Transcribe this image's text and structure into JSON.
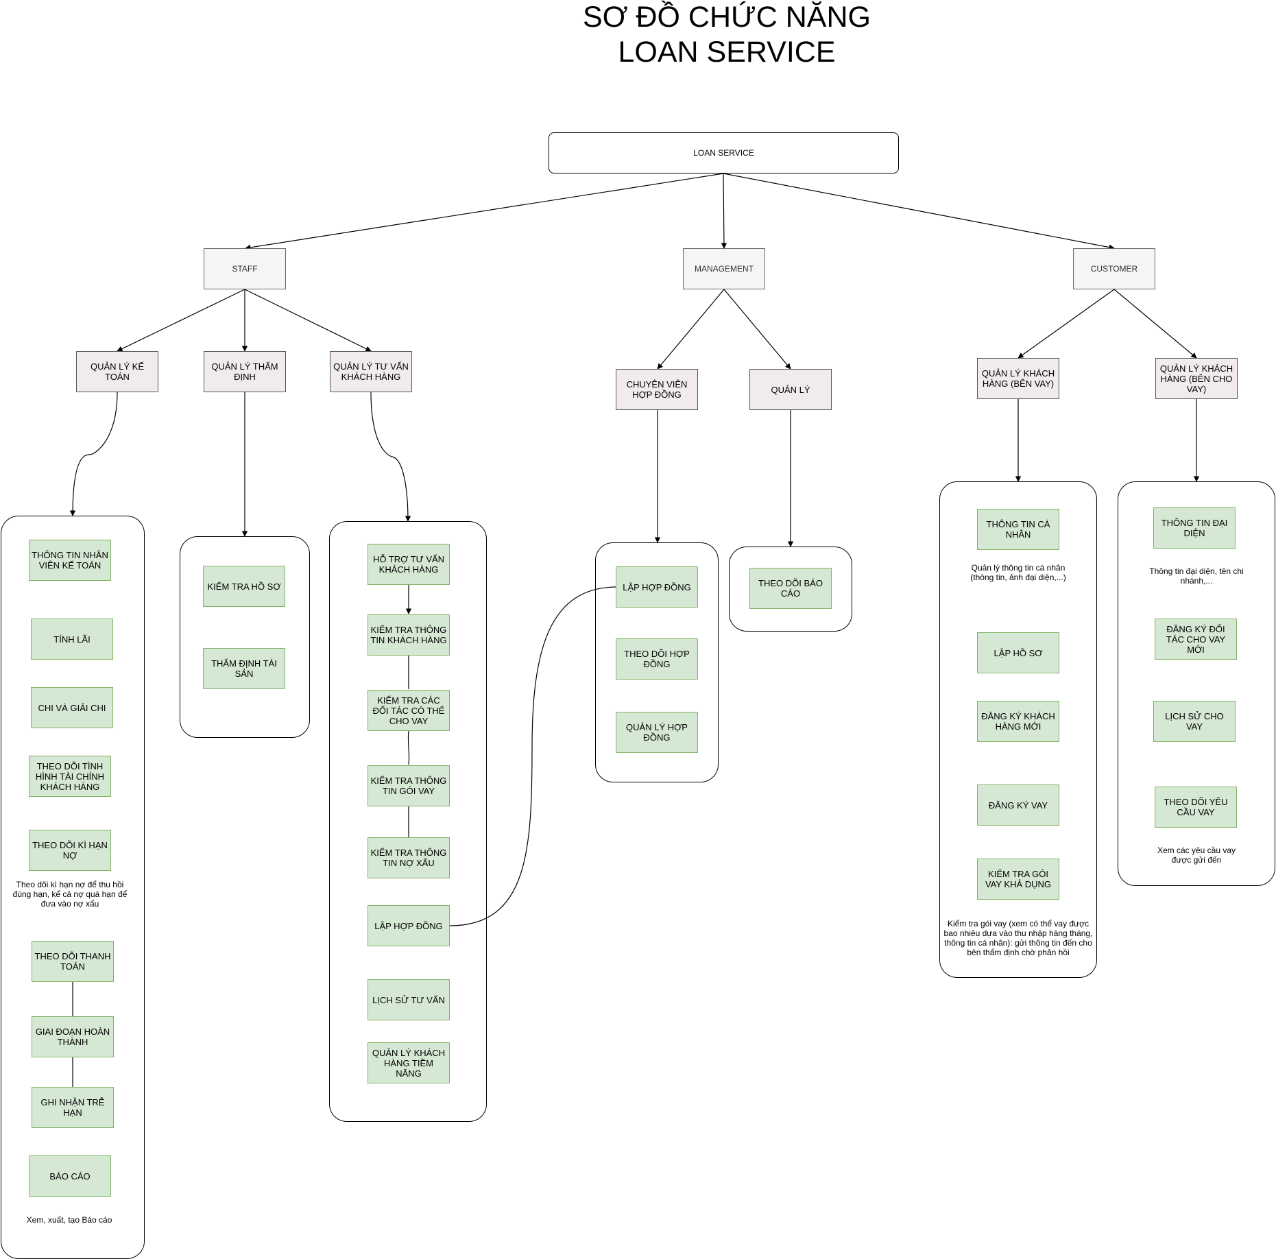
{
  "title": {
    "line1": "SƠ ĐỒ CHỨC NĂNG",
    "line2": "LOAN SERVICE"
  },
  "root": "LOAN SERVICE",
  "actors": {
    "staff": "STAFF",
    "management": "MANAGEMENT",
    "customer": "CUSTOMER"
  },
  "groups": {
    "ke_toan": "QUẢN LÝ KẾ TOÁN",
    "tham_dinh": "QUẢN LÝ THẨM ĐỊNH",
    "tu_van": "QUẢN LÝ TƯ VẤN KHÁCH HÀNG",
    "chuyen_vien": "CHUYÊN VIÊN HỢP ĐỒNG",
    "quan_ly": "QUẢN LÝ",
    "kh_ben_vay": "QUẢN LÝ KHÁCH HÀNG (BÊN VAY)",
    "kh_ben_cho_vay": "QUẢN LÝ KHÁCH HÀNG (BÊN CHO VAY)"
  },
  "ke_toan_items": [
    "THÔNG TIN NHÂN VIÊN KẾ TOÁN",
    "TÍNH LÃI",
    "CHI VÀ GIẢI CHI",
    "THEO DÕI TÌNH HÌNH TÀI CHÍNH KHÁCH HÀNG",
    "THEO DÕI KÌ HẠN NỢ",
    "THEO DÕI THANH TOÁN",
    "GIAI ĐOẠN HOÀN THÀNH",
    "GHI NHẬN TRỄ HẠN",
    "BÁO CÁO"
  ],
  "ke_toan_notes": {
    "ki_han": "Theo dõi kì hạn nợ để thu hồi đúng hạn, kể cả nợ quá hạn để đưa vào nợ xấu",
    "bao_cao": "Xem, xuất, tạo Báo cáo"
  },
  "tham_dinh_items": [
    "KIỂM TRA HỒ SƠ",
    "THẨM ĐỊNH TÀI SẢN"
  ],
  "tu_van_items": [
    "HỖ TRỢ TƯ VẤN KHÁCH HÀNG",
    "KIỂM TRA THÔNG TIN KHÁCH HÀNG",
    "KIỂM TRA CÁC ĐỐI TÁC CÓ THỂ CHO VAY",
    "KIỂM TRA THÔNG TIN GÓI VAY",
    "KIỂM TRA THÔNG TIN NỢ XẤU",
    "LẬP HỢP ĐỒNG",
    "LỊCH SỬ TƯ VẤN",
    "QUẢN LÝ KHÁCH HÀNG TIỀM NĂNG"
  ],
  "chuyen_vien_items": [
    "LẬP HỢP ĐỒNG",
    "THEO DÕI HỢP ĐỒNG",
    "QUẢN LÝ HỢP ĐỒNG"
  ],
  "quan_ly_items": [
    "THEO DÕI BÁO CÁO"
  ],
  "ben_vay_items": [
    "THÔNG TIN CÁ NHÂN",
    "LẬP HỒ SƠ",
    "ĐĂNG KÝ KHÁCH HÀNG MỚI",
    "ĐĂNG KÝ VAY",
    "KIỂM TRA GÓI VAY KHẢ DỤNG"
  ],
  "ben_vay_notes": {
    "ca_nhan": "Quản lý thông tin cá nhân (thông tin, ảnh đại diện,...)",
    "goi_vay": "Kiểm tra gói vay (xem có thể vay được bao nhiêu dựa vào thu nhập hàng tháng, thông tin cá nhân): gửi thông tin đến cho bên thẩm định chờ phản hồi"
  },
  "ben_cho_vay_items": [
    "THÔNG TIN ĐẠI DIỆN",
    "ĐĂNG KÝ ĐỐI TÁC CHO VAY MỚI",
    "LỊCH SỬ CHO VAY",
    "THEO DÕI YÊU CẦU VAY"
  ],
  "ben_cho_vay_notes": {
    "dai_dien": "Thông tin đại diện, tên chi nhánh,...",
    "yeu_cau": "Xem các yêu cầu vay được gửi đến"
  },
  "colors": {
    "item_fill": "#d5e8d4",
    "item_stroke": "#82b366",
    "group_fill": "#f2ebeb",
    "actor_fill": "#f5f5f5",
    "actor_stroke": "#666666"
  }
}
